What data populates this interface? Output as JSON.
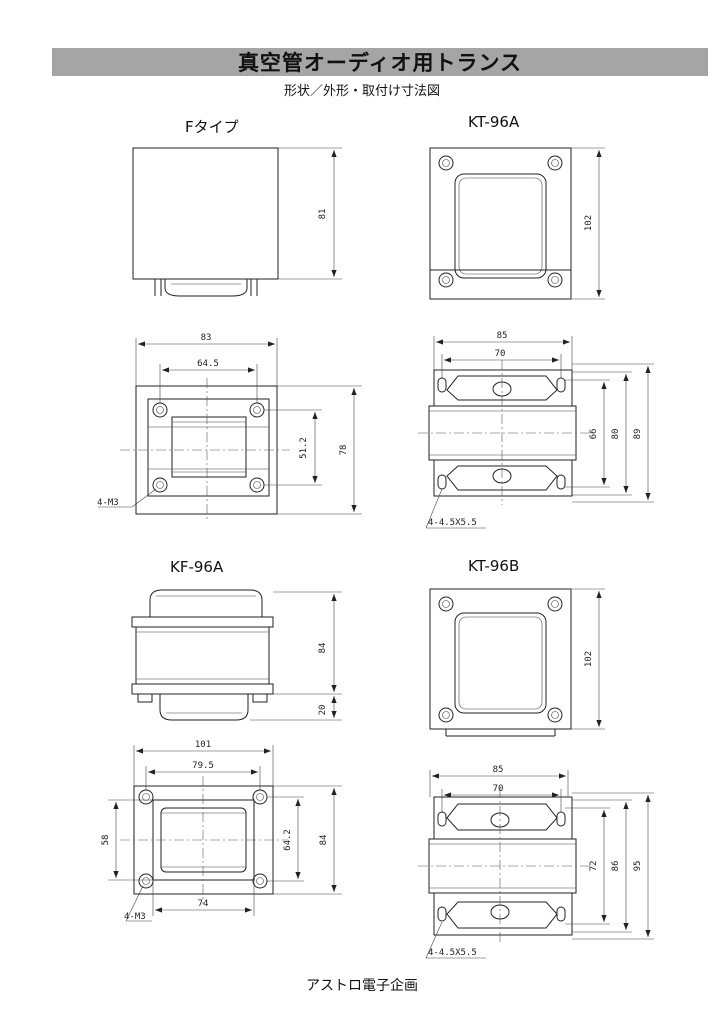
{
  "header": {
    "title": "真空管オーディオ用トランス",
    "subtitle": "形状／外形・取付け寸法図"
  },
  "panels": {
    "f": {
      "label": "Fタイプ",
      "h": "81",
      "w": "83",
      "pitch_x": "64.5",
      "pitch_y": "51.2",
      "depth": "78",
      "hole": "4-M3"
    },
    "kt96a": {
      "label": "KT-96A",
      "h": "102",
      "w": "85",
      "pitch_x": "70",
      "d1": "66",
      "d2": "80",
      "d3": "89",
      "hole": "4-4.5X5.5"
    },
    "kf96a": {
      "label": "KF-96A",
      "h": "84",
      "h2": "20",
      "w": "101",
      "pitch_x": "79.5",
      "d_left": "58",
      "pitch_y": "64.2",
      "depth": "84",
      "bottom": "74",
      "hole": "4-M3"
    },
    "kt96b": {
      "label": "KT-96B",
      "h": "102",
      "w": "85",
      "pitch_x": "70",
      "d1": "72",
      "d2": "86",
      "d3": "95",
      "hole": "4-4.5X5.5"
    }
  },
  "footer": {
    "company": "アストロ電子企画"
  }
}
